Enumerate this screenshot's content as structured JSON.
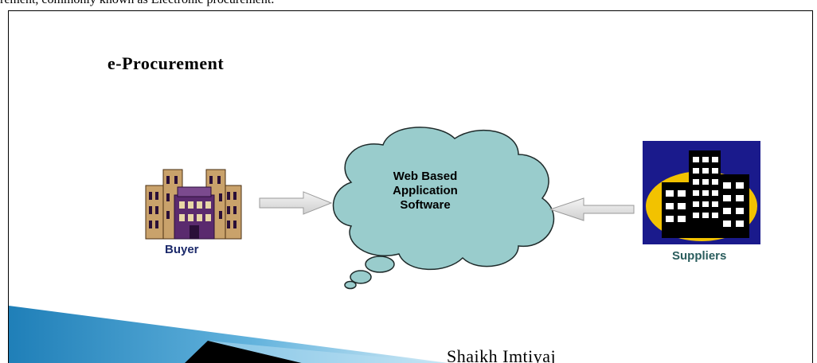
{
  "intro_text": "rement, commonly known as Electronic procurement.",
  "title": "e-Procurement",
  "cloud": {
    "line1": "Web Based",
    "line2": "Application",
    "line3": "Software"
  },
  "buyer_label": "Buyer",
  "suppliers_label": "Suppliers",
  "author": "Shaikh Imtiyaj",
  "colors": {
    "cloud_fill": "#99cccc",
    "arrow_fill": "#e6e6e6",
    "buyer_building": "#5a2a6e",
    "supplier_circle": "#f2c200",
    "supplier_bg": "#1a1a8c",
    "ribbon": "#2a8fc6"
  },
  "icons": [
    "buyer-building-icon",
    "suppliers-buildings-icon",
    "cloud-icon",
    "arrow-right-icon",
    "arrow-left-icon"
  ]
}
